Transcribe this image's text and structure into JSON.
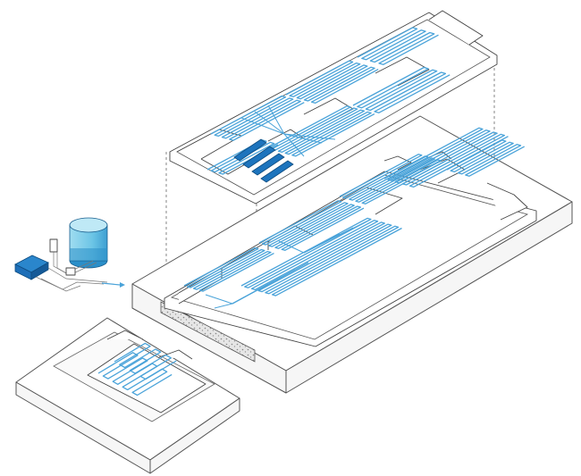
{
  "colors": {
    "pipe": "#4aa3d9",
    "pipe_dark": "#1f6fb0",
    "collector": "#1d74bd",
    "tank_water": "#7fd0ea",
    "tank_water_dark": "#2b8fc9",
    "heat_pump": "#1e6fb8",
    "line": "#555555",
    "background": "#ffffff"
  },
  "components": {
    "upper_floor": "radiant-floor-upper-level",
    "ground_floor": "radiant-floor-ground-level",
    "small_unit": "radiant-floor-annex",
    "solar_collectors": "solar-collector-array",
    "storage_tank": "water-storage-tank",
    "heat_pump": "heat-pump-unit",
    "flow_arrow": "supply-arrow"
  }
}
